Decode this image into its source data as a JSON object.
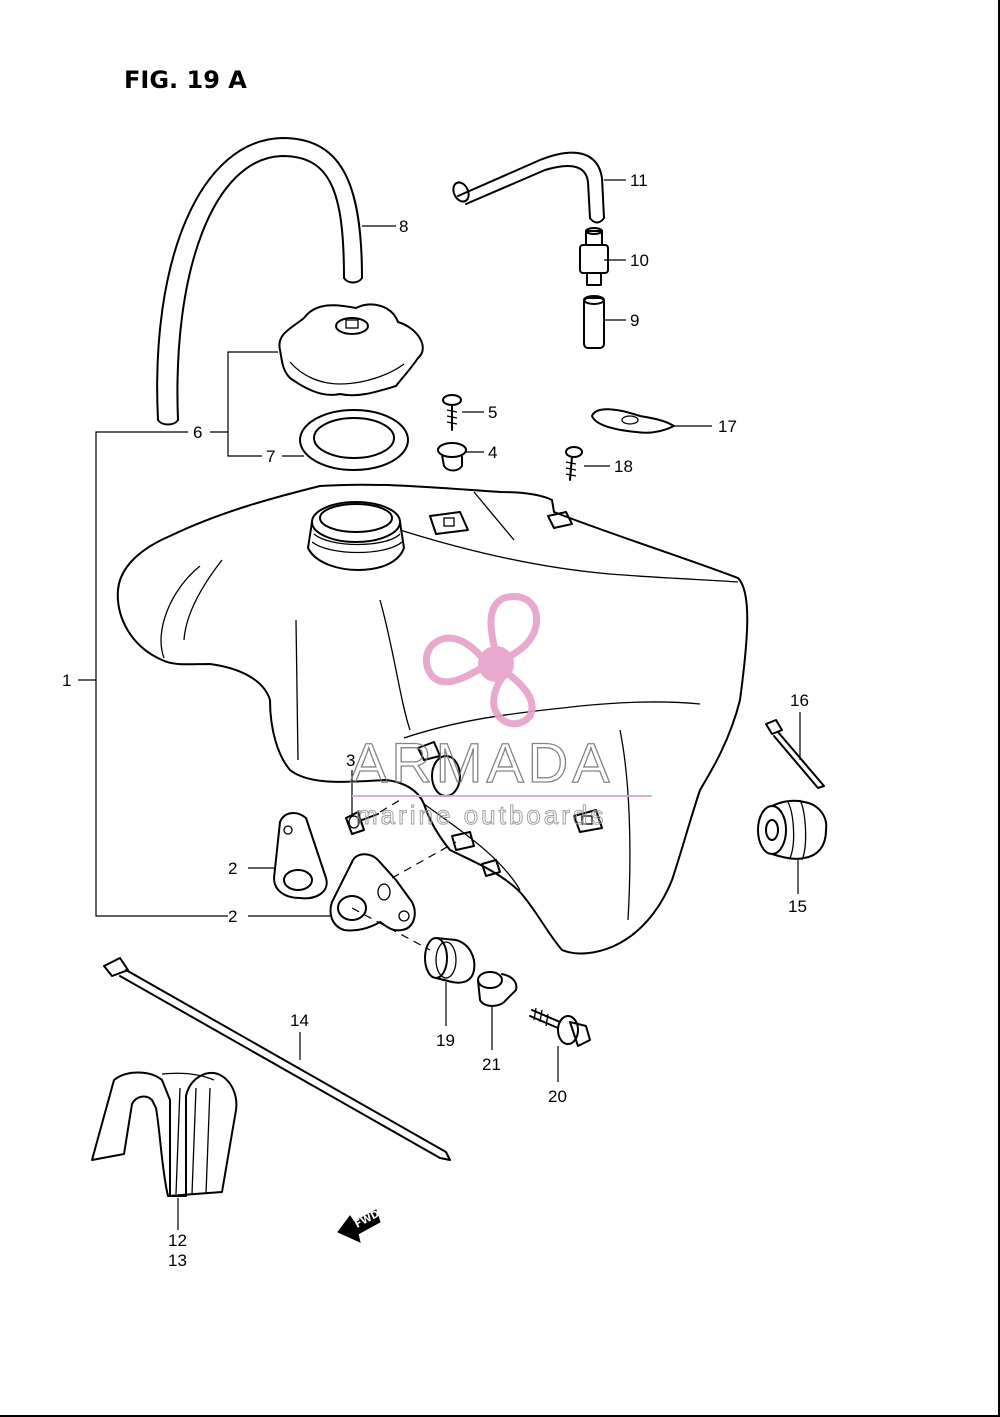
{
  "figure": {
    "title": "FIG. 19 A"
  },
  "watermark": {
    "brand": "ARMADA",
    "tagline": "marine outboards",
    "logo_icon": "propeller-logo-icon",
    "logo_color": "#e79fc8",
    "line_color": "#e79fc8"
  },
  "direction_marker": {
    "label": "FWD",
    "icon": "arrow-left-icon"
  },
  "callouts": [
    {
      "id": "c1",
      "label": "1"
    },
    {
      "id": "c2a",
      "label": "2"
    },
    {
      "id": "c2b",
      "label": "2"
    },
    {
      "id": "c3",
      "label": "3"
    },
    {
      "id": "c4",
      "label": "4"
    },
    {
      "id": "c5",
      "label": "5"
    },
    {
      "id": "c6",
      "label": "6"
    },
    {
      "id": "c7",
      "label": "7"
    },
    {
      "id": "c8",
      "label": "8"
    },
    {
      "id": "c9",
      "label": "9"
    },
    {
      "id": "c10",
      "label": "10"
    },
    {
      "id": "c11",
      "label": "11"
    },
    {
      "id": "c12",
      "label": "12"
    },
    {
      "id": "c13",
      "label": "13"
    },
    {
      "id": "c14",
      "label": "14"
    },
    {
      "id": "c15",
      "label": "15"
    },
    {
      "id": "c16",
      "label": "16"
    },
    {
      "id": "c17",
      "label": "17"
    },
    {
      "id": "c18",
      "label": "18"
    },
    {
      "id": "c19",
      "label": "19"
    },
    {
      "id": "c20",
      "label": "20"
    },
    {
      "id": "c21",
      "label": "21"
    }
  ]
}
